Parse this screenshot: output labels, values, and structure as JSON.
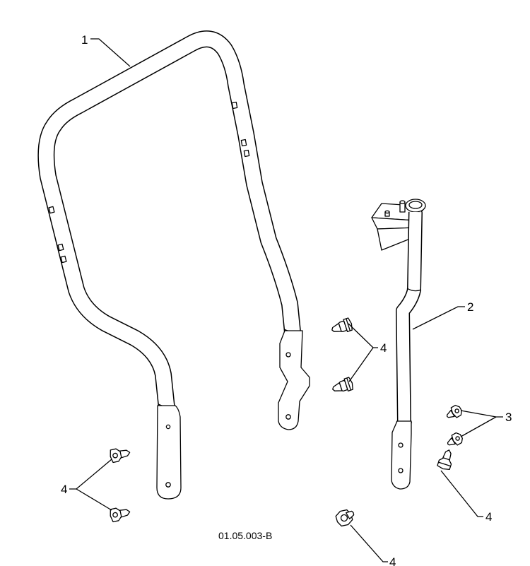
{
  "figure": {
    "reference_code": "01.05.003-B"
  },
  "callouts": {
    "frame": "1",
    "bracket": "2",
    "pins": "3",
    "bolts_center": "4",
    "bolts_left": "4",
    "bolt_right": "4",
    "bolt_bottom": "4"
  }
}
